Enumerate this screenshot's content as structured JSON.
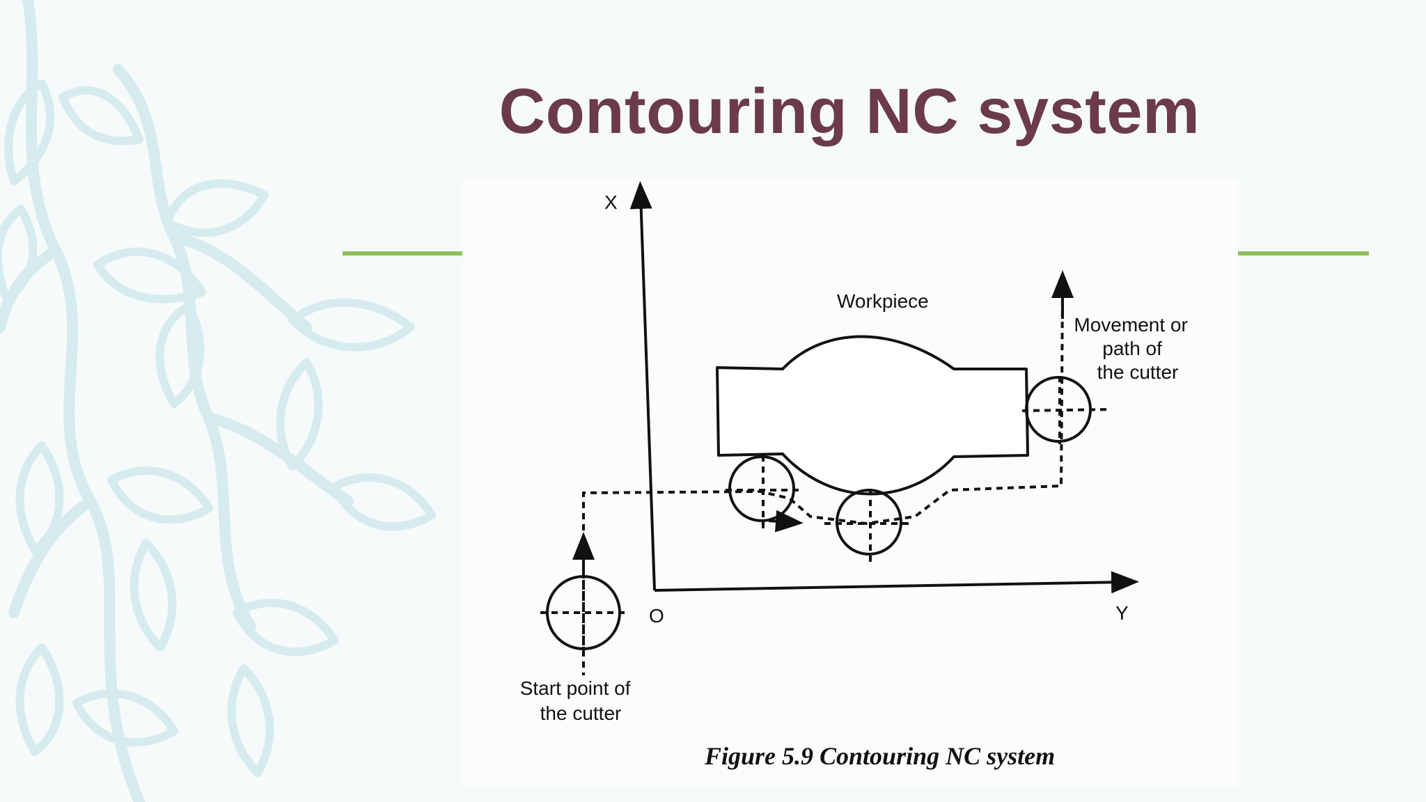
{
  "slide": {
    "title": "Contouring NC system",
    "accent_color": "#8fbf5a",
    "title_color": "#6b3a4d",
    "decoration_color": "#d6ebee"
  },
  "diagram": {
    "axis_x_label": "X",
    "axis_y_label": "Y",
    "origin_label": "O",
    "workpiece_label": "Workpiece",
    "path_label": [
      "Movement or",
      "path of",
      "the cutter"
    ],
    "start_label": [
      "Start point of",
      "the cutter"
    ],
    "caption": "Figure 5.9 Contouring NC system"
  }
}
